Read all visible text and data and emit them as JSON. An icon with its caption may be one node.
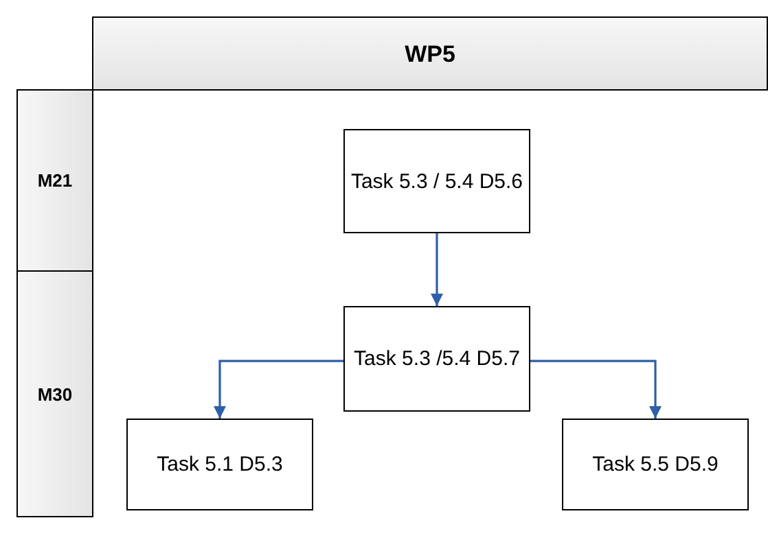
{
  "diagram": {
    "nodes": [
      {
        "text": [
          "WP5"
        ]
      },
      {
        "text": [
          "M21"
        ]
      },
      {
        "text": [
          "M30"
        ]
      },
      {
        "text": [
          "Task 5.3 / 5.4 D5.6"
        ]
      },
      {
        "text": [
          "Task 5.3 /5.4 D5.7"
        ]
      },
      {
        "text": [
          "Task 5.1 D5.3"
        ]
      },
      {
        "text": [
          "Task 5.5 D5.9"
        ]
      }
    ],
    "edges": [
      {
        "from": 3,
        "to": 4,
        "arrow": "to"
      },
      {
        "from": 4,
        "to": 5,
        "arrow": "to"
      },
      {
        "from": 4,
        "to": 6,
        "arrow": "to"
      }
    ]
  }
}
